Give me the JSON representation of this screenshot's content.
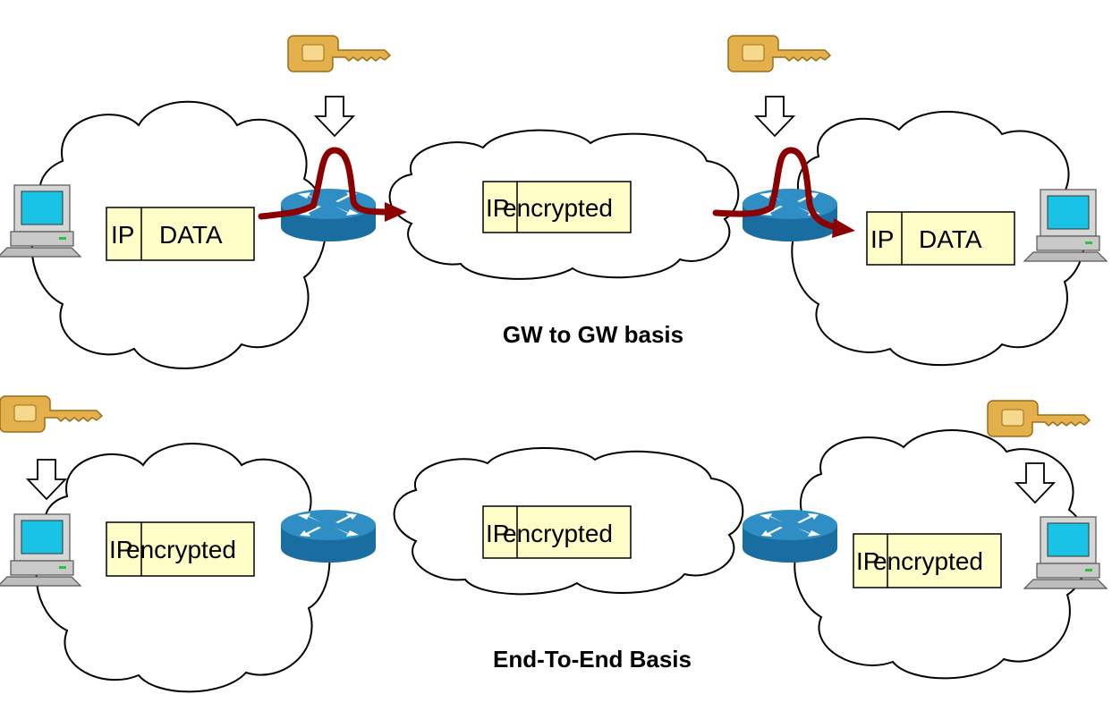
{
  "colors": {
    "packet_fill": "#fffdc8",
    "packet_stroke": "#000000",
    "router_top": "#2f8fc4",
    "router_side": "#1a6da0",
    "tunnel_arrow": "#8b0000",
    "key_gold": "#e3b04b",
    "monitor_screen": "#19c3e6",
    "computer_body": "#c9c9c9"
  },
  "icons": [
    "key-icon",
    "down-arrow-icon",
    "router-icon",
    "computer-icon",
    "cloud-shape"
  ],
  "sections": {
    "gw_to_gw": {
      "caption": "GW to GW basis",
      "left_packet": {
        "header": "IP",
        "payload": "DATA"
      },
      "middle_packet": {
        "header": "IP",
        "payload": "encrypted"
      },
      "right_packet": {
        "header": "IP",
        "payload": "DATA"
      }
    },
    "end_to_end": {
      "caption": "End-To-End Basis",
      "left_packet": {
        "header": "IP",
        "payload": "encrypted"
      },
      "middle_packet": {
        "header": "IP",
        "payload": "encrypted"
      },
      "right_packet": {
        "header": "IP",
        "payload": "encrypted"
      }
    }
  }
}
